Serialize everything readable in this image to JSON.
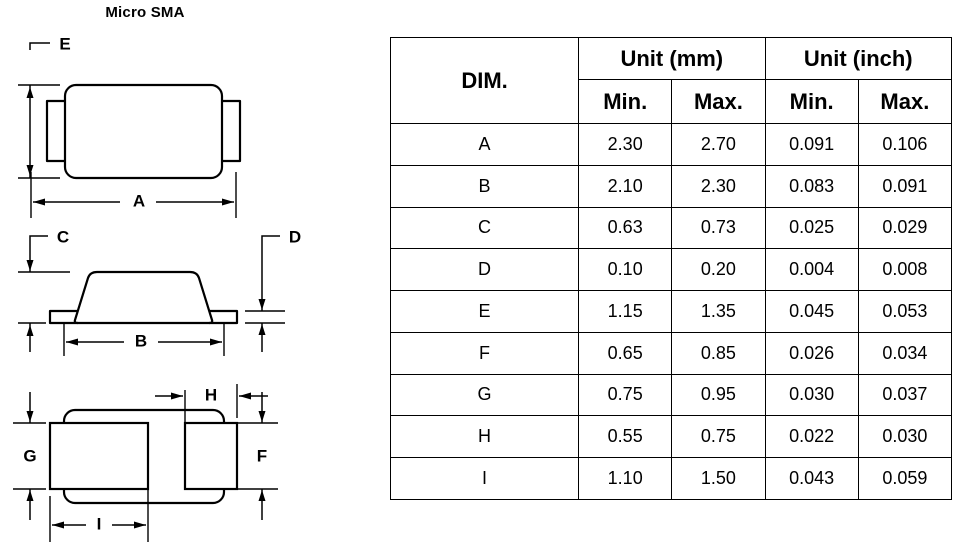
{
  "package": {
    "title": "Micro SMA"
  },
  "drawings": {
    "top_view": {
      "name": "top-view",
      "dimension_labels": [
        "E",
        "A"
      ]
    },
    "side_view": {
      "name": "side-view",
      "dimension_labels": [
        "C",
        "D",
        "B"
      ]
    },
    "bottom_view": {
      "name": "bottom-view",
      "dimension_labels": [
        "H",
        "G",
        "F",
        "I"
      ]
    },
    "labels": {
      "A": "A",
      "B": "B",
      "C": "C",
      "D": "D",
      "E": "E",
      "F": "F",
      "G": "G",
      "H": "H",
      "I": "I"
    }
  },
  "table": {
    "corner_header": "DIM.",
    "group_headers": [
      "Unit (mm)",
      "Unit (inch)"
    ],
    "sub_headers": [
      "Min.",
      "Max.",
      "Min.",
      "Max."
    ],
    "rows": [
      {
        "dim": "A",
        "mm_min": "2.30",
        "mm_max": "2.70",
        "in_min": "0.091",
        "in_max": "0.106"
      },
      {
        "dim": "B",
        "mm_min": "2.10",
        "mm_max": "2.30",
        "in_min": "0.083",
        "in_max": "0.091"
      },
      {
        "dim": "C",
        "mm_min": "0.63",
        "mm_max": "0.73",
        "in_min": "0.025",
        "in_max": "0.029"
      },
      {
        "dim": "D",
        "mm_min": "0.10",
        "mm_max": "0.20",
        "in_min": "0.004",
        "in_max": "0.008"
      },
      {
        "dim": "E",
        "mm_min": "1.15",
        "mm_max": "1.35",
        "in_min": "0.045",
        "in_max": "0.053"
      },
      {
        "dim": "F",
        "mm_min": "0.65",
        "mm_max": "0.85",
        "in_min": "0.026",
        "in_max": "0.034"
      },
      {
        "dim": "G",
        "mm_min": "0.75",
        "mm_max": "0.95",
        "in_min": "0.030",
        "in_max": "0.037"
      },
      {
        "dim": "H",
        "mm_min": "0.55",
        "mm_max": "0.75",
        "in_min": "0.022",
        "in_max": "0.030"
      },
      {
        "dim": "I",
        "mm_min": "1.10",
        "mm_max": "1.50",
        "in_min": "0.043",
        "in_max": "0.059"
      }
    ]
  },
  "colors": {
    "ink": "#000000",
    "paper": "#ffffff"
  }
}
